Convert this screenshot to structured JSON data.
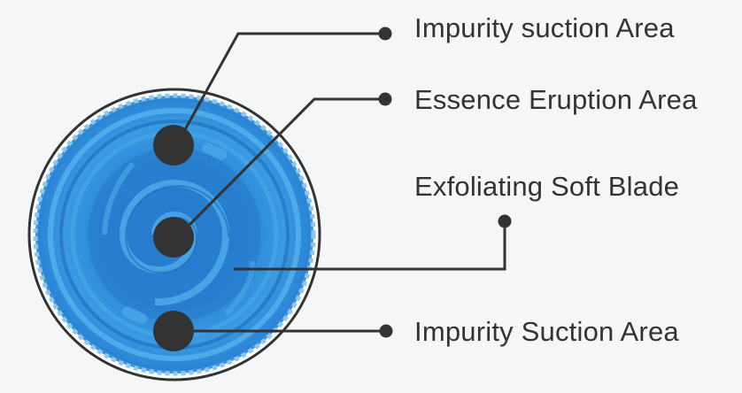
{
  "diagram": {
    "title": "Cleansing brush head feature callouts",
    "colors": {
      "background": "#f5f6f8",
      "line": "#333333",
      "brush_blue": "#2b86d6",
      "brush_light": "#5bb6ee",
      "brush_dark": "#1f6cb8"
    },
    "callouts": [
      {
        "id": "impurity-suction-top",
        "label": "Impurity suction Area"
      },
      {
        "id": "essence-eruption",
        "label": "Essence Eruption Area"
      },
      {
        "id": "exfoliating-blade",
        "label": "Exfoliating Soft Blade"
      },
      {
        "id": "impurity-suction-bottom",
        "label": "Impurity Suction Area"
      }
    ]
  }
}
